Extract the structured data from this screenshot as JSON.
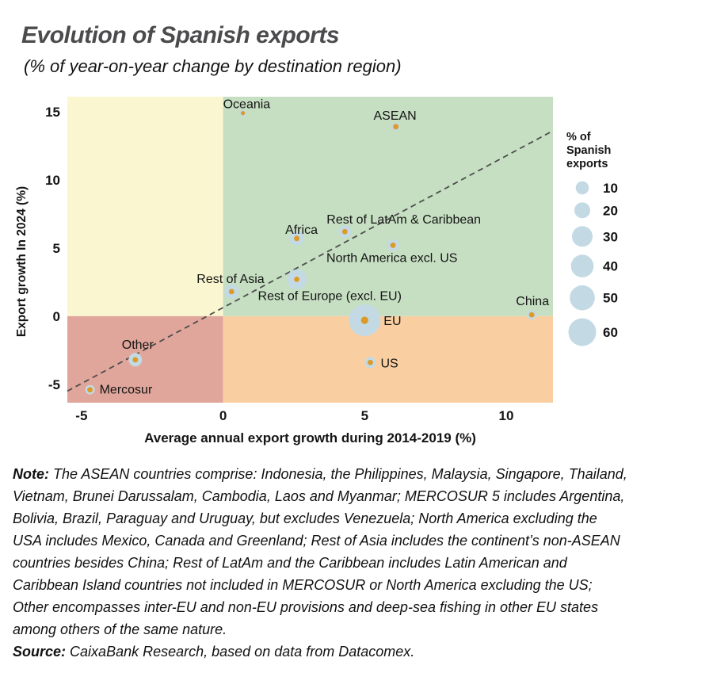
{
  "header": {
    "title": "Evolution of Spanish exports",
    "subtitle": "(% of year-on-year change by destination region)"
  },
  "chart_data": {
    "type": "scatter",
    "title": "Evolution of Spanish exports",
    "subtitle": "(% of year-on-year change by destination region)",
    "xlabel": "Average annual export growth during 2014-2019 (%)",
    "ylabel": "Export growth In 2024 (%)",
    "xlim": [
      -5.5,
      11.65
    ],
    "ylim": [
      -6.35,
      16.1
    ],
    "x_ticks": [
      -5,
      0,
      5,
      10
    ],
    "y_ticks": [
      15,
      10,
      5,
      0,
      -5
    ],
    "grid": false,
    "quadrant_colors": {
      "top_left": "#FAF6D0",
      "top_right": "#C6DFC2",
      "bottom_left": "#E0A69B",
      "bottom_right": "#F9CFA2"
    },
    "bubble_color": "#C3D9E3",
    "dot_color": "#DC9A28",
    "trendline": {
      "x1": -5.5,
      "y1": -5.5,
      "x2": 11.65,
      "y2": 13.6,
      "style": "dashed",
      "color": "#4D4D4D"
    },
    "points": [
      {
        "label": "Oceania",
        "x": 0.7,
        "y": 14.9,
        "r": 4,
        "anchor": "start",
        "dx": -25,
        "dy": -6
      },
      {
        "label": "ASEAN",
        "x": 6.1,
        "y": 13.9,
        "r": 5,
        "anchor": "middle",
        "dx": -1,
        "dy": -9
      },
      {
        "label": "Africa",
        "x": 2.6,
        "y": 5.7,
        "r": 9,
        "anchor": "middle",
        "dx": 6,
        "dy": -6
      },
      {
        "label": "Rest of LatAm & Caribbean",
        "x": 4.3,
        "y": 6.2,
        "r": 8,
        "anchor": "start",
        "dx": -23,
        "dy": -10
      },
      {
        "label": "North America excl. US",
        "x": 6.0,
        "y": 5.2,
        "r": 7.5,
        "anchor": "start",
        "dx": -84,
        "dy": 21
      },
      {
        "label": "Rest of Asia",
        "x": 0.3,
        "y": 1.8,
        "r": 9,
        "anchor": "start",
        "dx": -44,
        "dy": -11
      },
      {
        "label": "Rest of Europe (excl. EU)",
        "x": 2.6,
        "y": 2.7,
        "r": 12.5,
        "anchor": "start",
        "dx": -49,
        "dy": 26
      },
      {
        "label": "EU",
        "x": 5.0,
        "y": -0.3,
        "r": 20,
        "dot_r": 4.6,
        "anchor": "start",
        "dx": 24,
        "dy": 6
      },
      {
        "label": "US",
        "x": 5.2,
        "y": -3.4,
        "r": 7,
        "anchor": "start",
        "dx": 13,
        "dy": 6
      },
      {
        "label": "China",
        "x": 10.9,
        "y": 0.1,
        "r": 6,
        "anchor": "middle",
        "dx": 1,
        "dy": -12
      },
      {
        "label": "Other",
        "x": -3.1,
        "y": -3.2,
        "r": 8.5,
        "anchor": "middle",
        "dx": 3,
        "dy": -14
      },
      {
        "label": "Mercosur",
        "x": -4.7,
        "y": -5.4,
        "r": 6,
        "anchor": "start",
        "dx": 12,
        "dy": 5
      }
    ],
    "legend": {
      "position": "right",
      "title": "% of Spanish exports",
      "title_lines": [
        "% of",
        "Spanish",
        "exports"
      ],
      "sizes": [
        {
          "label": "10",
          "r": 8.3
        },
        {
          "label": "20",
          "r": 10
        },
        {
          "label": "30",
          "r": 13
        },
        {
          "label": "40",
          "r": 14.3
        },
        {
          "label": "50",
          "r": 15.8
        },
        {
          "label": "60",
          "r": 17.5
        }
      ]
    }
  },
  "note": {
    "label": "Note:",
    "lines": [
      "The ASEAN countries comprise: Indonesia, the Philippines, Malaysia, Singapore, Thailand,",
      "Vietnam, Brunei Darussalam, Cambodia, Laos and Myanmar; MERCOSUR 5 includes Argentina,",
      "Bolivia, Brazil, Paraguay and Uruguay, but excludes Venezuela; North America excluding the",
      "USA includes Mexico, Canada and Greenland; Rest of Asia includes the continent’s non-ASEAN",
      "countries besides China; Rest of LatAm and the Caribbean includes Latin American and",
      "Caribbean Island countries not included in MERCOSUR or North America excluding the US;",
      "Other encompasses inter-EU and non-EU provisions and deep-sea fishing in other EU states",
      "among others of the same nature."
    ]
  },
  "source": {
    "label": "Source:",
    "text": "CaixaBank Research, based on data from Datacomex."
  }
}
